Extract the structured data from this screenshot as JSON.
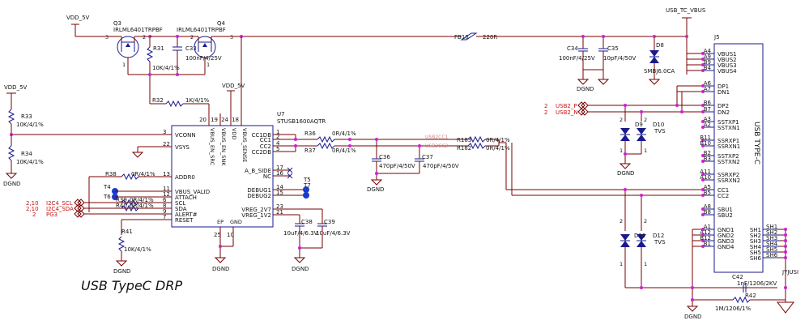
{
  "title": "USB TypeC DRP",
  "rails": {
    "vdd_5v_top": "VDD_5V",
    "vdd_5v_left": "VDD_5V",
    "vdd_5v_mid": "VDD_5V",
    "usb_tc_vbus": "USB_TC_VBUS",
    "dgnd": "DGND"
  },
  "components": {
    "q3": {
      "ref": "Q3",
      "part": "IRLML6401TRPBF"
    },
    "q4": {
      "ref": "Q4",
      "part": "IRLML6401TRPBF"
    },
    "r31": {
      "ref": "R31",
      "value": "10K/4/1%"
    },
    "c33": {
      "ref": "C33",
      "value": "100nF/4/25V"
    },
    "r32": {
      "ref": "R32",
      "value": "1K/4/1%"
    },
    "r33": {
      "ref": "R33",
      "value": "10K/4/1%"
    },
    "r34": {
      "ref": "R34",
      "value": "10K/4/1%"
    },
    "r38": {
      "ref": "R38",
      "value": "0R/4/1%"
    },
    "r39": {
      "ref": "R39",
      "value": "0R/4/1%"
    },
    "r40": {
      "ref": "R40",
      "value": "0R/4/1%"
    },
    "r41": {
      "ref": "R41",
      "value": "10K/4/1%"
    },
    "r36": {
      "ref": "R36",
      "value": "0R/4/1%"
    },
    "r37": {
      "ref": "R37",
      "value": "0R/4/1%"
    },
    "r183": {
      "ref": "R183",
      "value": "0R/4/1%"
    },
    "r182": {
      "ref": "R182",
      "value": "0R/4/1%"
    },
    "c36": {
      "ref": "C36",
      "value": "470pF/4/50V"
    },
    "c37": {
      "ref": "C37",
      "value": "470pF/4/50V"
    },
    "c38": {
      "ref": "C38",
      "value": "10uF/4/6.3V"
    },
    "c39": {
      "ref": "C39",
      "value": "10uF/4/6.3V"
    },
    "c34": {
      "ref": "C34",
      "value": "100nF/4/25V"
    },
    "c35": {
      "ref": "C35",
      "value": "10pF/4/50V"
    },
    "d8": {
      "ref": "D8",
      "value": "SMBJ6.0CA"
    },
    "d9": {
      "ref": "D9",
      "value": ""
    },
    "d10": {
      "ref": "D10",
      "value": "TVS"
    },
    "d11": {
      "ref": "D11",
      "value": ""
    },
    "d12": {
      "ref": "D12",
      "value": "TVS"
    },
    "fb16": {
      "ref": "FB16",
      "value": "220R"
    },
    "c42": {
      "ref": "C42",
      "value": "1nF/1206/2KV"
    },
    "r42": {
      "ref": "R42",
      "value": "1M/1206/1%"
    },
    "t4": {
      "ref": "T4"
    },
    "t5": {
      "ref": "T5"
    },
    "t6": {
      "ref": "T6"
    },
    "t7": {
      "ref": "T7"
    }
  },
  "u7": {
    "ref": "U7",
    "part": "STUSB1600AQTR",
    "left_pins": [
      {
        "num": "3",
        "name": "VCONN"
      },
      {
        "num": "22",
        "name": "VSYS"
      },
      {
        "num": "13",
        "name": "ADDR0"
      },
      {
        "num": "11",
        "name": "VBUS_VALID"
      },
      {
        "num": "12",
        "name": "ATTACH"
      },
      {
        "num": "6",
        "name": "SCL"
      },
      {
        "num": "8",
        "name": "SDA"
      },
      {
        "num": "9",
        "name": "ALERT#"
      },
      {
        "num": "7",
        "name": "RESET"
      }
    ],
    "right_pins": [
      {
        "num": "1",
        "name": "CC1DB"
      },
      {
        "num": "2",
        "name": "CC1"
      },
      {
        "num": "4",
        "name": "CC2"
      },
      {
        "num": "5",
        "name": "CC2DB"
      },
      {
        "num": "17",
        "name": "A_B_SIDE"
      },
      {
        "num": "16",
        "name": "NC"
      },
      {
        "num": "14",
        "name": "DEBUG1"
      },
      {
        "num": "15",
        "name": "DEBUG2"
      },
      {
        "num": "23",
        "name": "VREG_2V7"
      },
      {
        "num": "21",
        "name": "VREG_1V2"
      }
    ],
    "top_pins": [
      {
        "num": "20",
        "name": "VBUS_EN_SRC"
      },
      {
        "num": "19",
        "name": "VBUS_EN_SNK"
      },
      {
        "num": "24",
        "name": "VDD"
      },
      {
        "num": "18",
        "name": "VBUS_SENSE"
      }
    ],
    "bottom_pins": [
      {
        "num": "25",
        "name": "EP"
      },
      {
        "num": "10",
        "name": "GND"
      }
    ]
  },
  "j5": {
    "ref": "J5",
    "title": "USB TYPE-C",
    "pins": [
      {
        "num": "A4",
        "name": "VBUS1"
      },
      {
        "num": "A9",
        "name": "VBUS2"
      },
      {
        "num": "B9",
        "name": "VBUS3"
      },
      {
        "num": "B4",
        "name": "VBUS4"
      },
      {
        "num": "A6",
        "name": "DP1"
      },
      {
        "num": "A7",
        "name": "DN1"
      },
      {
        "num": "B6",
        "name": "DP2"
      },
      {
        "num": "B7",
        "name": "DN2"
      },
      {
        "num": "A3",
        "name": "SSTXP1"
      },
      {
        "num": "A2",
        "name": "SSTXN1"
      },
      {
        "num": "B11",
        "name": "SSRXP1"
      },
      {
        "num": "B10",
        "name": "SSRXN1"
      },
      {
        "num": "B2",
        "name": "SSTXP2"
      },
      {
        "num": "B3",
        "name": "SSTXN2"
      },
      {
        "num": "A11",
        "name": "SSRXP2"
      },
      {
        "num": "A10",
        "name": "SSRXN2"
      },
      {
        "num": "A5",
        "name": "CC1"
      },
      {
        "num": "B5",
        "name": "CC2"
      },
      {
        "num": "A8",
        "name": "SBU1"
      },
      {
        "num": "B8",
        "name": "SBU2"
      },
      {
        "num": "A1",
        "name": "GND1"
      },
      {
        "num": "A12",
        "name": "GND2"
      },
      {
        "num": "B12",
        "name": "GND3"
      },
      {
        "num": "B1",
        "name": "GND4"
      }
    ],
    "shield_pins": [
      {
        "num": "SH1",
        "name": "SH1"
      },
      {
        "num": "SH2",
        "name": "SH2"
      },
      {
        "num": "SH3",
        "name": "SH3"
      },
      {
        "num": "SH4",
        "name": "SH4"
      },
      {
        "num": "SH5",
        "name": "SH5"
      },
      {
        "num": "SH6",
        "name": "SH6"
      }
    ]
  },
  "offsheet": {
    "i2c_scl": {
      "sheet": "2,10",
      "net": "I2C4_SCL"
    },
    "i2c_sda": {
      "sheet": "2,10",
      "net": "I2C4_SDA"
    },
    "pg3": {
      "sheet": "2",
      "net": "PG3"
    },
    "usb2_p": {
      "sheet": "2",
      "net": "USB2_P"
    },
    "usb2_n": {
      "sheet": "2",
      "net": "USB2_N"
    }
  },
  "nets": {
    "usb2cc1": "USB2CC1",
    "usb2cc2": "USB2CC2",
    "jyjusi": "JYJUSI"
  },
  "pin_numbers": {
    "q3_left": "3",
    "q3_right": "2",
    "q3_gate": "1",
    "q4_left": "2",
    "q4_right": "3",
    "q4_gate": "1"
  },
  "diode_pins": {
    "one": "1",
    "two": "2"
  }
}
